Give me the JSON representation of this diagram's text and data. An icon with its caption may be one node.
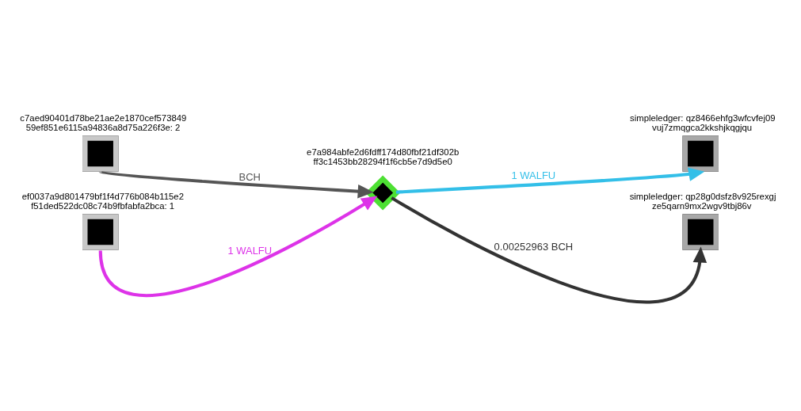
{
  "diagram": {
    "nodes": [
      {
        "text": [],
        "shape": "box",
        "beside": [
          "c7aed90401d78be21ae2e1870cef57384959ef851e6115a94836a8d75a226f3e: 2"
        ]
      },
      {
        "text": [],
        "shape": "box",
        "beside": [
          "ef0037a9d801479bf1f4d776b084b115e2f51ded522dc08c74b9fbfabfa2bca: 1"
        ]
      },
      {
        "text": [],
        "shape": "diamond",
        "beside": [
          "e7a984abfe2d6fdff174d80fbf21df302bff3c1453bb28294f1f6cb5e7d9d5e0"
        ]
      },
      {
        "text": [],
        "shape": "box",
        "beside": [
          "simpleledger: qz8466ehfg3wfcvfej09vuj7zmqgca2kkshjkqgjqu"
        ]
      },
      {
        "text": [],
        "shape": "box",
        "beside": [
          "simpleledger: qp28g0dsfz8v925rexgjze5qarn9mx2wgv9tbj86v"
        ]
      }
    ],
    "edges": [
      {
        "from": 0,
        "to": 2,
        "arrow": "to",
        "label": "BCH",
        "color": "#555555"
      },
      {
        "from": 1,
        "to": 2,
        "arrow": "to",
        "label": "1 WALFU",
        "color": "#dd33e8"
      },
      {
        "from": 2,
        "to": 3,
        "arrow": "to",
        "label": "1 WALFU",
        "color": "#33bfe8"
      },
      {
        "from": 2,
        "to": 4,
        "arrow": "to",
        "label": "0.00252963 BCH",
        "color": "#333333"
      }
    ]
  }
}
